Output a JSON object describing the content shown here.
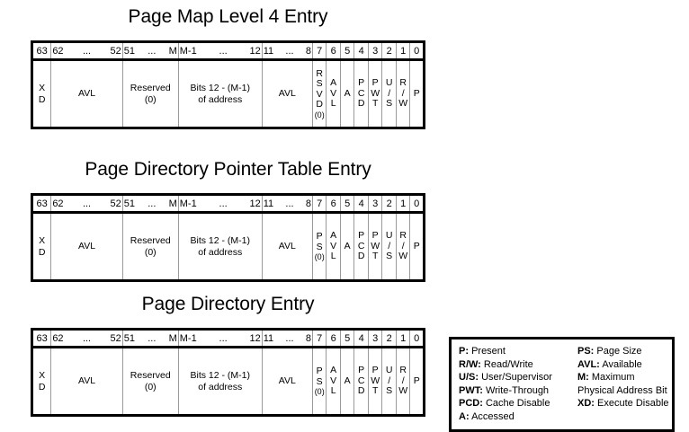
{
  "diagrams": [
    {
      "title": "Page Map Level 4 Entry",
      "bits": [
        {
          "lo": "63",
          "hi": "",
          "dots": "",
          "label": "X\nD"
        },
        {
          "lo": "62",
          "hi": "52",
          "dots": "...",
          "label": "AVL"
        },
        {
          "lo": "51",
          "hi": "M",
          "dots": "...",
          "label": "Reserved\n(0)"
        },
        {
          "lo": "M-1",
          "hi": "12",
          "dots": "...",
          "label": "Bits 12 - (M-1)\nof address"
        },
        {
          "lo": "11",
          "hi": "8",
          "dots": "...",
          "label": "AVL"
        },
        {
          "lo": "7",
          "hi": "",
          "dots": "",
          "label": "R\nS\nV\nD\n(0)"
        },
        {
          "lo": "6",
          "hi": "",
          "dots": "",
          "label": "A\nV\nL"
        },
        {
          "lo": "5",
          "hi": "",
          "dots": "",
          "label": "A"
        },
        {
          "lo": "4",
          "hi": "",
          "dots": "",
          "label": "P\nC\nD"
        },
        {
          "lo": "3",
          "hi": "",
          "dots": "",
          "label": "P\nW\nT"
        },
        {
          "lo": "2",
          "hi": "",
          "dots": "",
          "label": "U\n/\nS"
        },
        {
          "lo": "1",
          "hi": "",
          "dots": "",
          "label": "R\n/\nW"
        },
        {
          "lo": "0",
          "hi": "",
          "dots": "",
          "label": "P"
        }
      ]
    },
    {
      "title": "Page Directory Pointer Table Entry",
      "bits": [
        {
          "lo": "63",
          "hi": "",
          "dots": "",
          "label": "X\nD"
        },
        {
          "lo": "62",
          "hi": "52",
          "dots": "...",
          "label": "AVL"
        },
        {
          "lo": "51",
          "hi": "M",
          "dots": "...",
          "label": "Reserved\n(0)"
        },
        {
          "lo": "M-1",
          "hi": "12",
          "dots": "...",
          "label": "Bits 12 - (M-1)\nof address"
        },
        {
          "lo": "11",
          "hi": "8",
          "dots": "...",
          "label": "AVL"
        },
        {
          "lo": "7",
          "hi": "",
          "dots": "",
          "label": "P\nS\n(0)"
        },
        {
          "lo": "6",
          "hi": "",
          "dots": "",
          "label": "A\nV\nL"
        },
        {
          "lo": "5",
          "hi": "",
          "dots": "",
          "label": "A"
        },
        {
          "lo": "4",
          "hi": "",
          "dots": "",
          "label": "P\nC\nD"
        },
        {
          "lo": "3",
          "hi": "",
          "dots": "",
          "label": "P\nW\nT"
        },
        {
          "lo": "2",
          "hi": "",
          "dots": "",
          "label": "U\n/\nS"
        },
        {
          "lo": "1",
          "hi": "",
          "dots": "",
          "label": "R\n/\nW"
        },
        {
          "lo": "0",
          "hi": "",
          "dots": "",
          "label": "P"
        }
      ]
    },
    {
      "title": "Page Directory Entry",
      "bits": [
        {
          "lo": "63",
          "hi": "",
          "dots": "",
          "label": "X\nD"
        },
        {
          "lo": "62",
          "hi": "52",
          "dots": "...",
          "label": "AVL"
        },
        {
          "lo": "51",
          "hi": "M",
          "dots": "...",
          "label": "Reserved\n(0)"
        },
        {
          "lo": "M-1",
          "hi": "12",
          "dots": "...",
          "label": "Bits 12 - (M-1)\nof address"
        },
        {
          "lo": "11",
          "hi": "8",
          "dots": "...",
          "label": "AVL"
        },
        {
          "lo": "7",
          "hi": "",
          "dots": "",
          "label": "P\nS\n(0)"
        },
        {
          "lo": "6",
          "hi": "",
          "dots": "",
          "label": "A\nV\nL"
        },
        {
          "lo": "5",
          "hi": "",
          "dots": "",
          "label": "A"
        },
        {
          "lo": "4",
          "hi": "",
          "dots": "",
          "label": "P\nC\nD"
        },
        {
          "lo": "3",
          "hi": "",
          "dots": "",
          "label": "P\nW\nT"
        },
        {
          "lo": "2",
          "hi": "",
          "dots": "",
          "label": "U\n/\nS"
        },
        {
          "lo": "1",
          "hi": "",
          "dots": "",
          "label": "R\n/\nW"
        },
        {
          "lo": "0",
          "hi": "",
          "dots": "",
          "label": "P"
        }
      ]
    }
  ],
  "legend": {
    "left_column": [
      {
        "abbr": "P:",
        "text": "Present"
      },
      {
        "abbr": "R/W:",
        "text": "Read/Write"
      },
      {
        "abbr": "U/S:",
        "text": "User/Supervisor"
      },
      {
        "abbr": "PWT:",
        "text": "Write-Through"
      },
      {
        "abbr": "PCD:",
        "text": "Cache Disable"
      },
      {
        "abbr": "A:",
        "text": "Accessed"
      }
    ],
    "right_column": [
      {
        "abbr": "PS:",
        "text": "Page Size"
      },
      {
        "abbr": "AVL:",
        "text": "Available"
      },
      {
        "abbr": "M:",
        "text": "Maximum"
      },
      {
        "abbr": "",
        "text": "Physical Address Bit"
      },
      {
        "abbr": "XD:",
        "text": "Execute Disable"
      }
    ]
  },
  "colors": {
    "background": "#ffffff",
    "ink": "#000000",
    "cell_divider": "#9a9a9a"
  }
}
